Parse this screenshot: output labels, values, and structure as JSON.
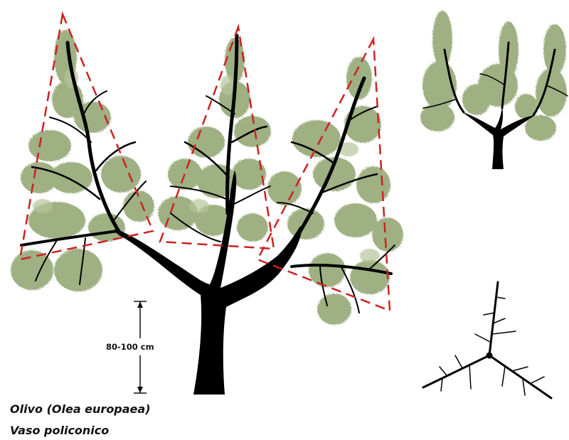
{
  "captions": {
    "species": "Olivo (Olea europaea)",
    "system": "Vaso policonico"
  },
  "dimension": {
    "label": "80-100 cm"
  },
  "colors": {
    "trunk": "#000000",
    "foliage": "#8fa36e",
    "foliage_light": "#b6c49a",
    "cone_outline": "#cc2222",
    "background": "#ffffff"
  }
}
